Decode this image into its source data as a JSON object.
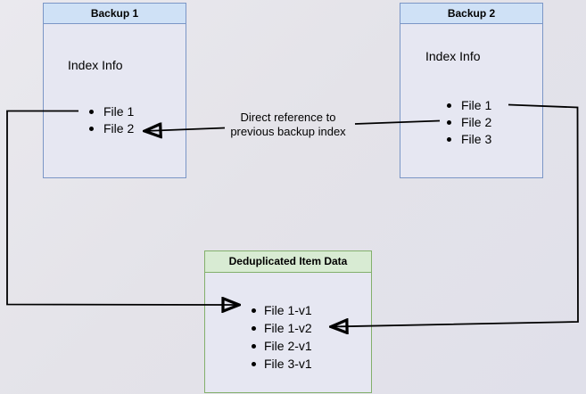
{
  "diagram": {
    "backup1": {
      "title": "Backup 1",
      "subtitle": "Index Info",
      "files": [
        "File 1",
        "File 2"
      ]
    },
    "backup2": {
      "title": "Backup 2",
      "subtitle": "Index Info",
      "files": [
        "File 1",
        "File 2",
        "File 3"
      ]
    },
    "dedup": {
      "title": "Deduplicated Item Data",
      "items": [
        "File 1-v1",
        "File 1-v2",
        "File 2-v1",
        "File 3-v1"
      ]
    },
    "annotation": {
      "line1": "Direct reference to",
      "line2": "previous backup index"
    },
    "colors": {
      "blue_header": "#cfe1f6",
      "blue_border": "#7b96c6",
      "green_header": "#d8ebd3",
      "green_border": "#83b06c",
      "box_fill": "#e6e7f2",
      "arrow": "#000000",
      "background": "#e4e3e9"
    }
  }
}
